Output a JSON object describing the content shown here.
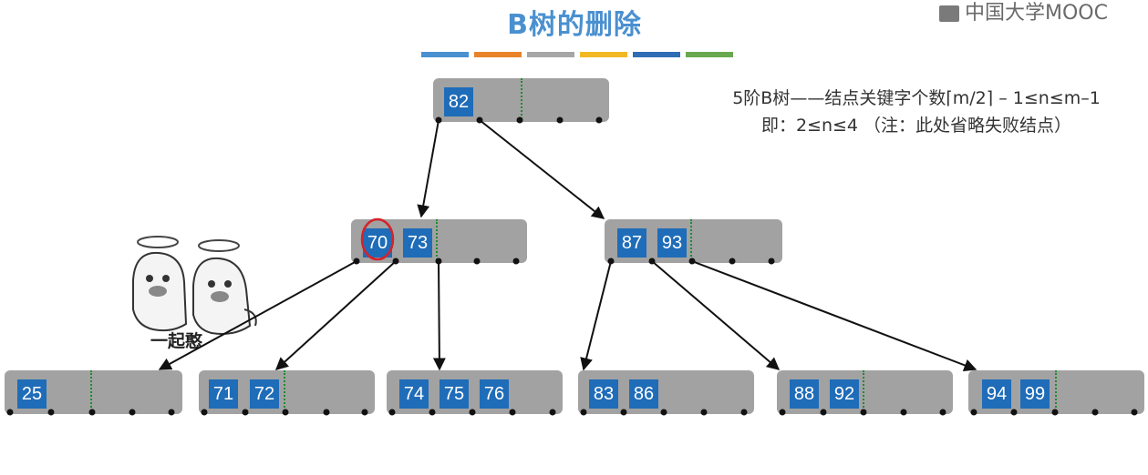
{
  "title": "B树的删除",
  "brand": {
    "text": "中国大学MOOC",
    "icon": "mooc-logo-icon"
  },
  "color_bars": [
    "#4a90d0",
    "#e8832a",
    "#a6a6a6",
    "#f2b824",
    "#2f6db5",
    "#6aa84f"
  ],
  "note": {
    "line1": "5阶B树——结点关键字个数⌈m/2⌉ – 1≤n≤m–1",
    "line2": "即：2≤n≤4 （注：此处省略失败结点）"
  },
  "sticker": {
    "text": "一起憨",
    "icon": "angel-meme-icon"
  },
  "tree": {
    "root": {
      "keys": [
        "82"
      ]
    },
    "level1": [
      {
        "keys": [
          "70",
          "73"
        ],
        "highlighted_key": "70"
      },
      {
        "keys": [
          "87",
          "93"
        ]
      }
    ],
    "leaves": [
      {
        "keys": [
          "25"
        ]
      },
      {
        "keys": [
          "71",
          "72"
        ]
      },
      {
        "keys": [
          "74",
          "75",
          "76"
        ]
      },
      {
        "keys": [
          "83",
          "86"
        ]
      },
      {
        "keys": [
          "88",
          "92"
        ]
      },
      {
        "keys": [
          "94",
          "99"
        ]
      }
    ]
  },
  "colors": {
    "node_fill": "#a2a2a2",
    "key_fill": "#1f6cb8",
    "separator": "#1e8c2c",
    "highlight": "#d6222a",
    "title": "#4a90d0"
  }
}
